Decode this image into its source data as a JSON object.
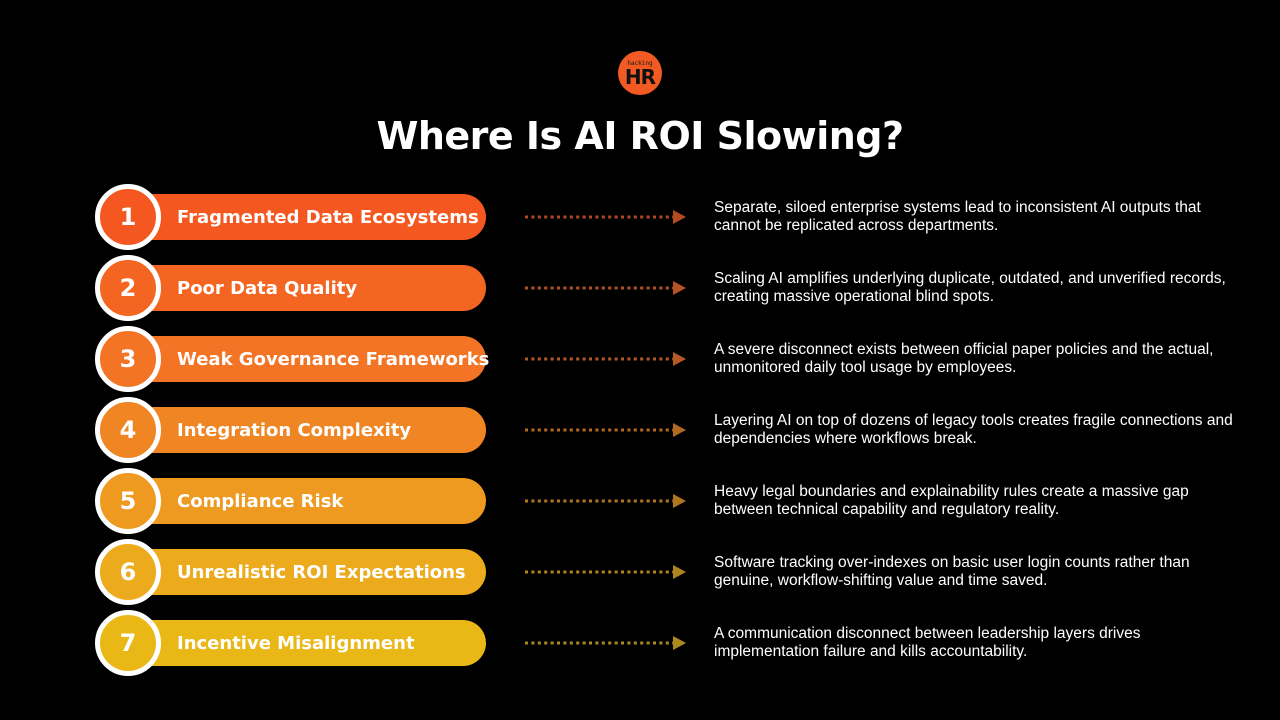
{
  "logo": {
    "small": "hacking",
    "big": "HR"
  },
  "title": "Where Is AI ROI Slowing?",
  "items": [
    {
      "number": "1",
      "label": "Fragmented Data Ecosystems",
      "color": "#f4571f",
      "arrow_color": "#b44a20",
      "description": "Separate, siloed enterprise systems lead to inconsistent AI outputs that cannot be replicated across departments."
    },
    {
      "number": "2",
      "label": "Poor Data Quality",
      "color": "#f56522",
      "arrow_color": "#b55224",
      "description": "Scaling AI amplifies underlying duplicate, outdated, and unverified records, creating massive operational blind spots."
    },
    {
      "number": "3",
      "label": "Weak Governance Frameworks",
      "color": "#f37424",
      "arrow_color": "#b65a24",
      "description": "A severe disconnect exists between official paper policies and the actual, unmonitored daily tool usage by employees."
    },
    {
      "number": "4",
      "label": "Integration Complexity",
      "color": "#f08524",
      "arrow_color": "#b36822",
      "description": "Layering AI on top of dozens of legacy tools creates fragile connections and dependencies where workflows break."
    },
    {
      "number": "5",
      "label": "Compliance Risk",
      "color": "#ee9a20",
      "arrow_color": "#b17620",
      "description": "Heavy legal boundaries and explainability rules create a massive gap between technical capability and regulatory reality."
    },
    {
      "number": "6",
      "label": "Unrealistic ROI Expectations",
      "color": "#ecab1c",
      "arrow_color": "#af8420",
      "description": "Software tracking over-indexes on basic user login counts rather than genuine, workflow-shifting value and time saved."
    },
    {
      "number": "7",
      "label": "Incentive Misalignment",
      "color": "#eab816",
      "arrow_color": "#a98a1c",
      "description": "A communication disconnect between leadership layers drives implementation failure and kills accountability."
    }
  ]
}
